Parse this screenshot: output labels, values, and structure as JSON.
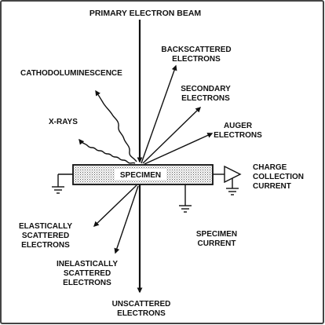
{
  "labels": {
    "primary_beam": "PRIMARY ELECTRON BEAM",
    "backscattered": [
      "BACKSCATTERED",
      "ELECTRONS"
    ],
    "cathodoluminescence": "CATHODOLUMINESCENCE",
    "secondary": [
      "SECONDARY",
      "ELECTRONS"
    ],
    "xrays": "X-RAYS",
    "auger": [
      "AUGER",
      "ELECTRONS"
    ],
    "specimen": "SPECIMEN",
    "charge_collection": [
      "CHARGE",
      "COLLECTION",
      "CURRENT"
    ],
    "elastic": [
      "ELASTICALLY",
      "SCATTERED",
      "ELECTRONS"
    ],
    "specimen_current": [
      "SPECIMEN",
      "CURRENT"
    ],
    "inelastic": [
      "INELASTICALLY",
      "SCATTERED",
      "ELECTRONS"
    ],
    "unscattered": [
      "UNSCATTERED",
      "ELECTRONS"
    ]
  },
  "colors": {
    "ink": "#111111",
    "background": "#ffffff",
    "frame": "#444444"
  }
}
